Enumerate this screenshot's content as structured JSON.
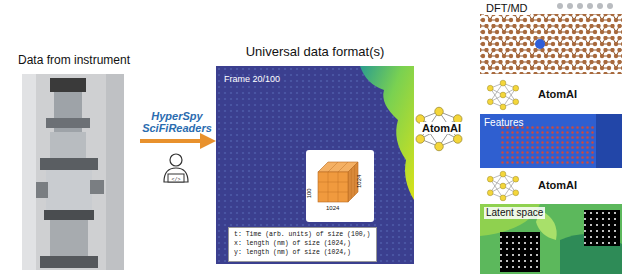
{
  "diagram": {
    "nodes": [
      {
        "text": [
          "Data from instrument"
        ]
      },
      {
        "text": [
          "Universal data format(s)",
          "Frame 20/100"
        ]
      },
      {
        "text": [
          "t: Time (arb. units) of size (100,)",
          "x: length (nm) of size (1024,)",
          "y: length (nm) of size (1024,)"
        ],
        "in": 1
      },
      {
        "text": [
          "DFT/MD"
        ]
      },
      {
        "text": [
          "Features"
        ]
      },
      {
        "text": [
          "Latent space"
        ]
      }
    ],
    "edges": [
      {
        "from": 0,
        "to": 1,
        "arrow": "to",
        "label": "HyperSpy SciFiReaders"
      }
    ],
    "labels": [
      "100",
      "1024",
      "1024",
      "AtomAI",
      "AtomAI",
      "AtomAI"
    ]
  }
}
